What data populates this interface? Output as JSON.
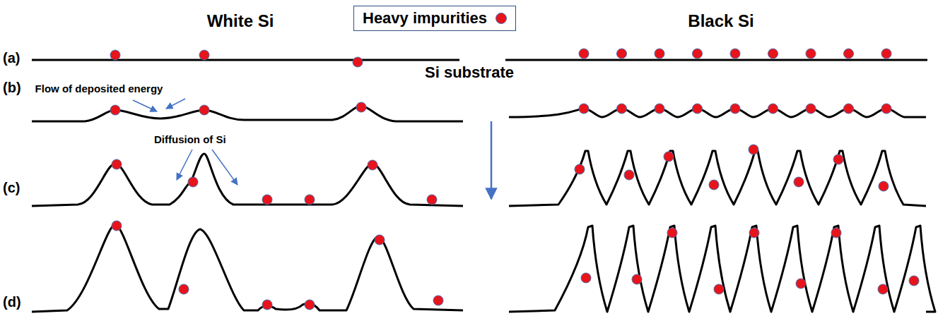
{
  "diagram": {
    "labels": [
      "(a)",
      "(b)",
      "(c)",
      "(d)",
      "White Si",
      "Black Si",
      "Si substrate",
      "Flow of deposited energy",
      "Diffusion of Si"
    ],
    "legend": [
      {
        "text": "Heavy impurities",
        "color": "#e8141b"
      }
    ]
  }
}
